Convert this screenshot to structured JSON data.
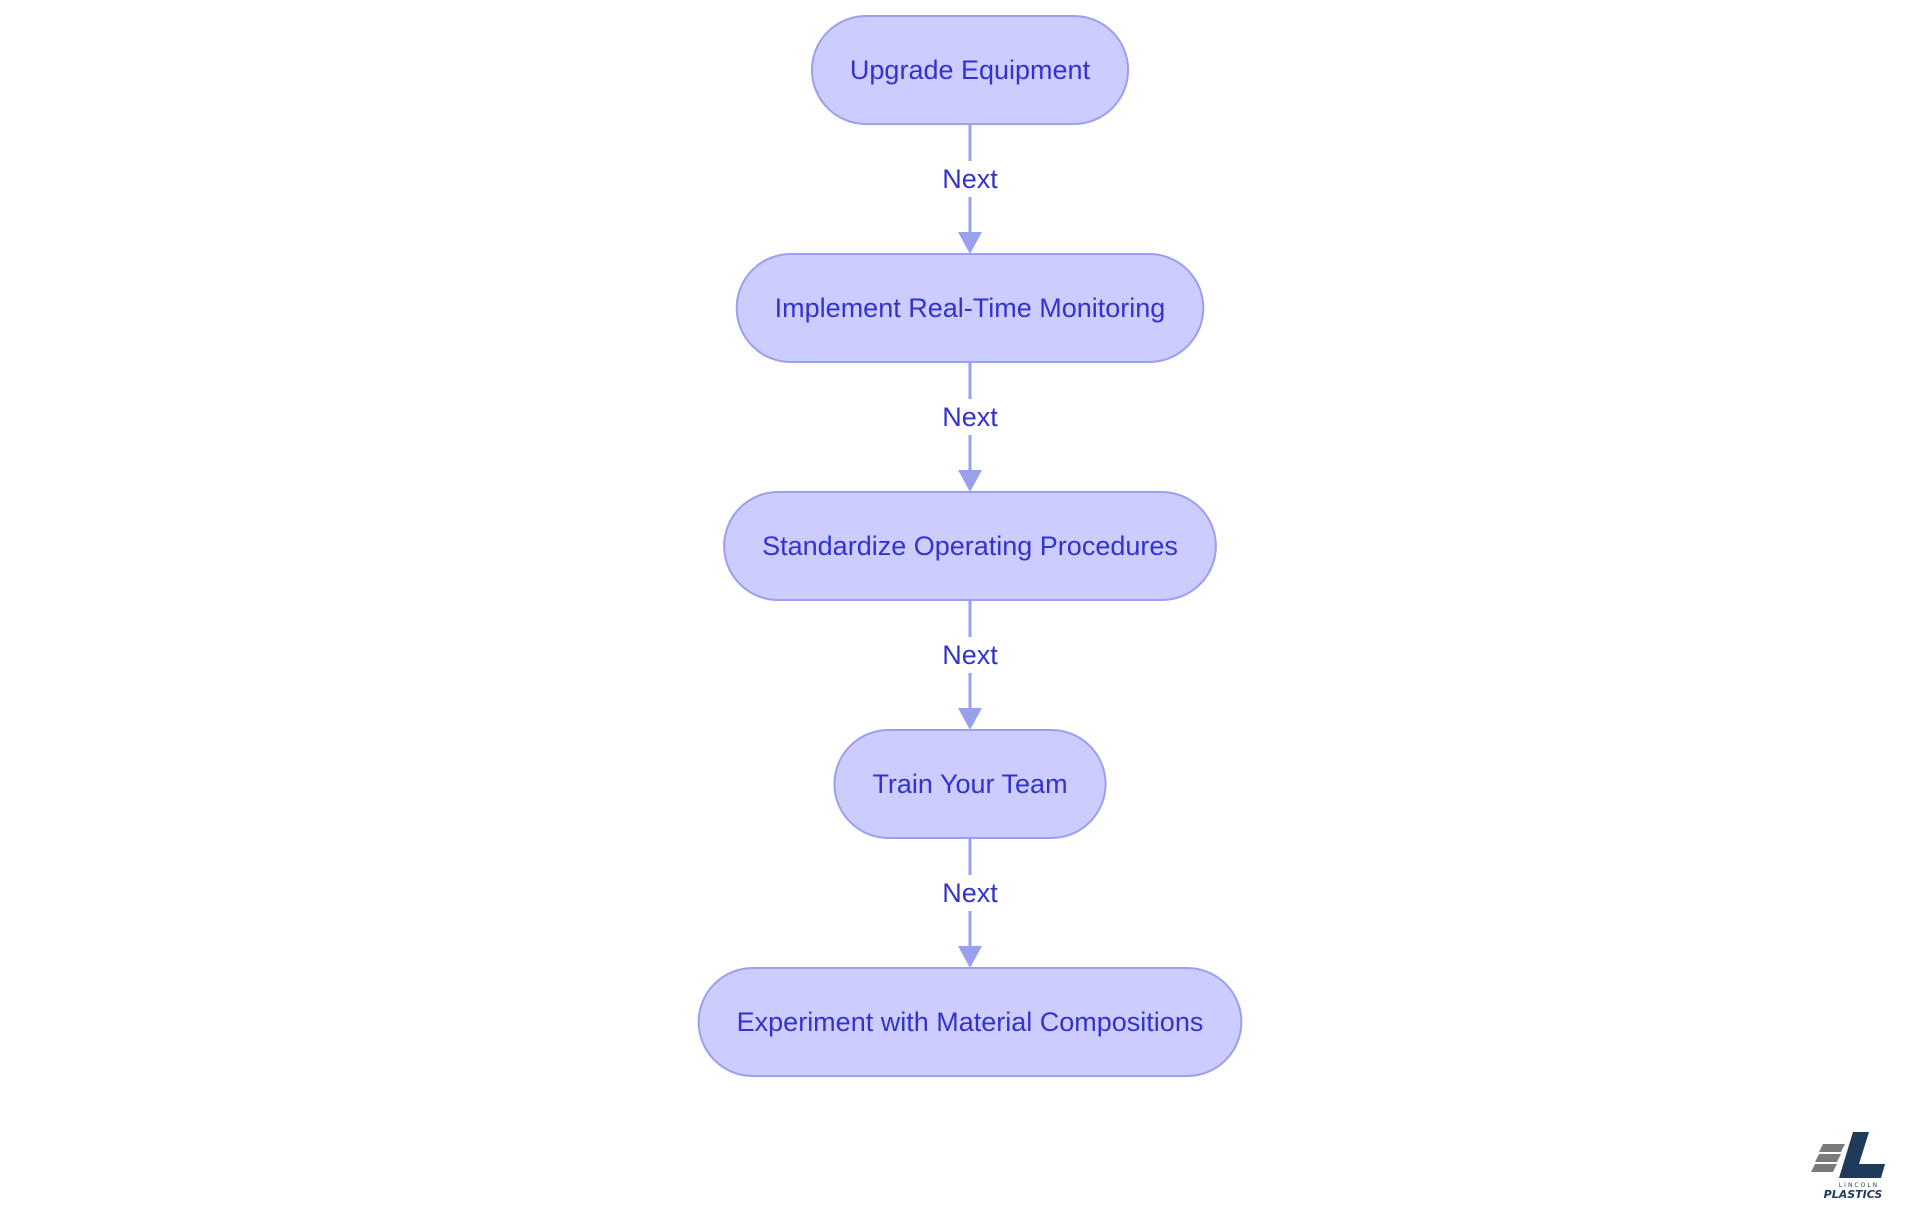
{
  "diagram": {
    "nodes": [
      {
        "id": "n1",
        "label": "Upgrade Equipment"
      },
      {
        "id": "n2",
        "label": "Implement Real-Time Monitoring"
      },
      {
        "id": "n3",
        "label": "Standardize Operating Procedures"
      },
      {
        "id": "n4",
        "label": "Train Your Team"
      },
      {
        "id": "n5",
        "label": "Experiment with Material Compositions"
      }
    ],
    "edges": [
      {
        "from": "n1",
        "to": "n2",
        "label": "Next"
      },
      {
        "from": "n2",
        "to": "n3",
        "label": "Next"
      },
      {
        "from": "n3",
        "to": "n4",
        "label": "Next"
      },
      {
        "from": "n4",
        "to": "n5",
        "label": "Next"
      }
    ]
  },
  "logo": {
    "line1": "LINCOLN",
    "line2": "PLASTICS"
  },
  "colors": {
    "node_fill": "#ccccff",
    "node_stroke": "#9a9ff0",
    "text": "#3333cc",
    "edge": "#9a9ff0",
    "logo_navy": "#1f3a5a",
    "logo_gray": "#7a7a7a"
  }
}
